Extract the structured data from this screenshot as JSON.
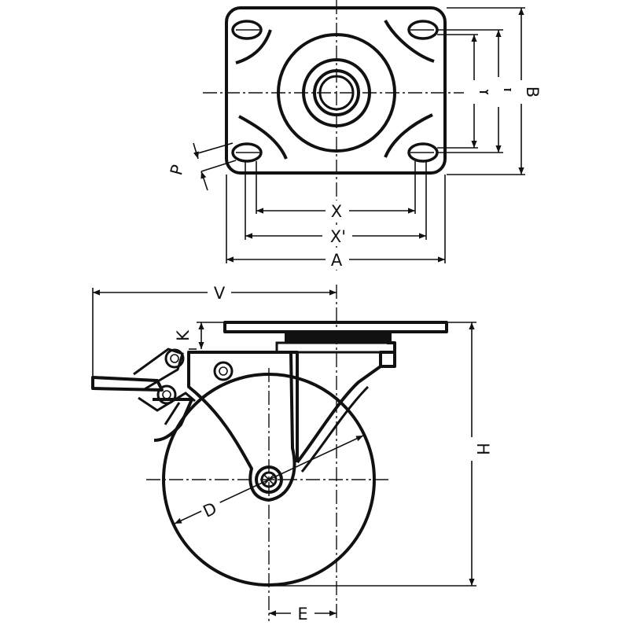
{
  "labels": {
    "x": "X",
    "x_prime": "X'",
    "a": "A",
    "y": "Y",
    "y_prime": "Y'",
    "b": "B",
    "p": "P",
    "v": "V",
    "k": "K",
    "h": "H",
    "d": "D",
    "e": "E"
  }
}
